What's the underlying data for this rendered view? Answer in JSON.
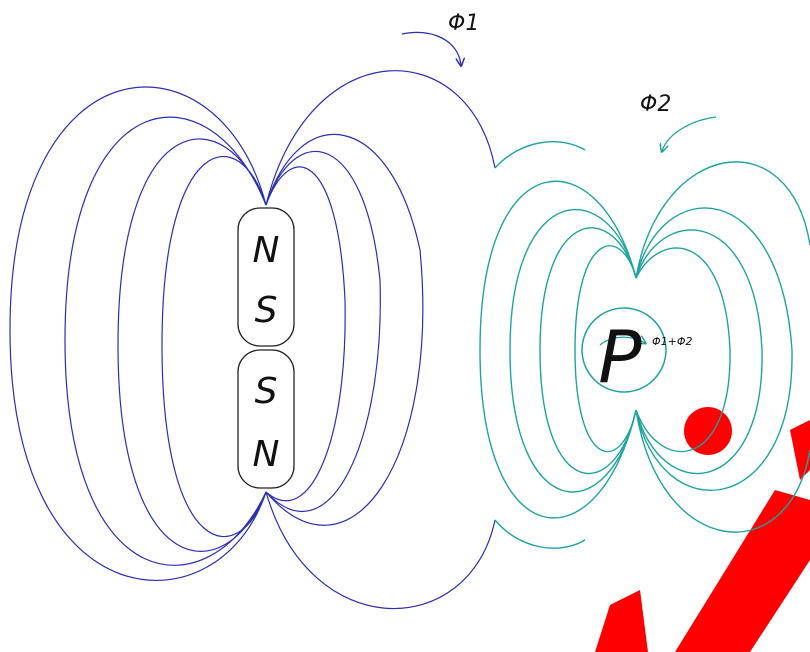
{
  "colors": {
    "magnet_field": "#2b2fb0",
    "p_field": "#1fa39e",
    "outline": "#222222",
    "watermark": "#ff0000"
  },
  "magnet": {
    "upper": {
      "top_pole": "N",
      "bottom_pole": "S"
    },
    "lower": {
      "top_pole": "S",
      "bottom_pole": "N"
    }
  },
  "labels": {
    "phi1": "Φ1",
    "phi2": "Φ2",
    "p_core": "P",
    "p_sum": "Φ1+Φ2"
  },
  "icons": {
    "phi1_arrow": "curved-arrow-icon",
    "phi2_arrow": "curved-arrow-icon",
    "p_arrow": "curved-arrow-icon"
  }
}
